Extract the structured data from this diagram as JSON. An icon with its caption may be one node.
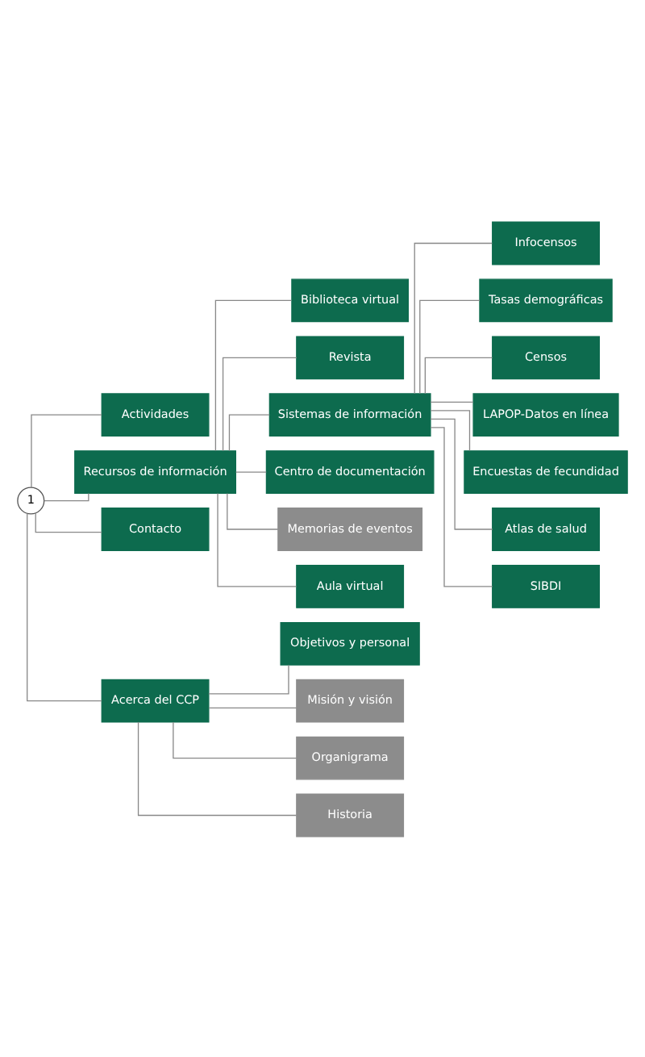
{
  "diagram": {
    "nodes": [
      {
        "text": [
          "1"
        ]
      },
      {
        "text": [
          "Actividades"
        ]
      },
      {
        "text": [
          "Recursos de información"
        ]
      },
      {
        "text": [
          "Biblioteca virtual"
        ]
      },
      {
        "text": [
          "Revista"
        ]
      },
      {
        "text": [
          "Sistemas de información"
        ]
      },
      {
        "text": [
          "Infocensos"
        ]
      },
      {
        "text": [
          "Tasas demográficas"
        ]
      },
      {
        "text": [
          "Censos"
        ]
      },
      {
        "text": [
          "LAPOP-Datos en línea"
        ]
      },
      {
        "text": [
          "Encuestas de fecundidad"
        ]
      },
      {
        "text": [
          "Atlas de salud"
        ]
      },
      {
        "text": [
          "SIBDI"
        ]
      },
      {
        "text": [
          "Centro de documentación"
        ]
      },
      {
        "text": [
          "Memorias de eventos"
        ]
      },
      {
        "text": [
          "Aula virtual"
        ]
      },
      {
        "text": [
          "Contacto"
        ]
      },
      {
        "text": [
          "Acerca del CCP"
        ]
      },
      {
        "text": [
          "Objetivos y personal"
        ]
      },
      {
        "text": [
          "Misión y visión"
        ]
      },
      {
        "text": [
          "Organigrama"
        ]
      },
      {
        "text": [
          "Historia"
        ]
      }
    ],
    "edges": [
      {
        "from": 0,
        "to": 1,
        "arrow": "none"
      },
      {
        "from": 0,
        "to": 2,
        "arrow": "none"
      },
      {
        "from": 2,
        "to": 3,
        "arrow": "none"
      },
      {
        "from": 2,
        "to": 4,
        "arrow": "none"
      },
      {
        "from": 2,
        "to": 5,
        "arrow": "none"
      },
      {
        "from": 5,
        "to": 6,
        "arrow": "none"
      },
      {
        "from": 5,
        "to": 7,
        "arrow": "none"
      },
      {
        "from": 5,
        "to": 8,
        "arrow": "none"
      },
      {
        "from": 5,
        "to": 9,
        "arrow": "none"
      },
      {
        "from": 5,
        "to": 10,
        "arrow": "none"
      },
      {
        "from": 5,
        "to": 11,
        "arrow": "none"
      },
      {
        "from": 5,
        "to": 12,
        "arrow": "none"
      },
      {
        "from": 2,
        "to": 13,
        "arrow": "none"
      },
      {
        "from": 2,
        "to": 14,
        "arrow": "none"
      },
      {
        "from": 2,
        "to": 15,
        "arrow": "none"
      },
      {
        "from": 0,
        "to": 16,
        "arrow": "none"
      },
      {
        "from": 0,
        "to": 17,
        "arrow": "none"
      },
      {
        "from": 17,
        "to": 18,
        "arrow": "none"
      },
      {
        "from": 17,
        "to": 19,
        "arrow": "none"
      },
      {
        "from": 17,
        "to": 20,
        "arrow": "none"
      },
      {
        "from": 17,
        "to": 21,
        "arrow": "none"
      }
    ]
  }
}
